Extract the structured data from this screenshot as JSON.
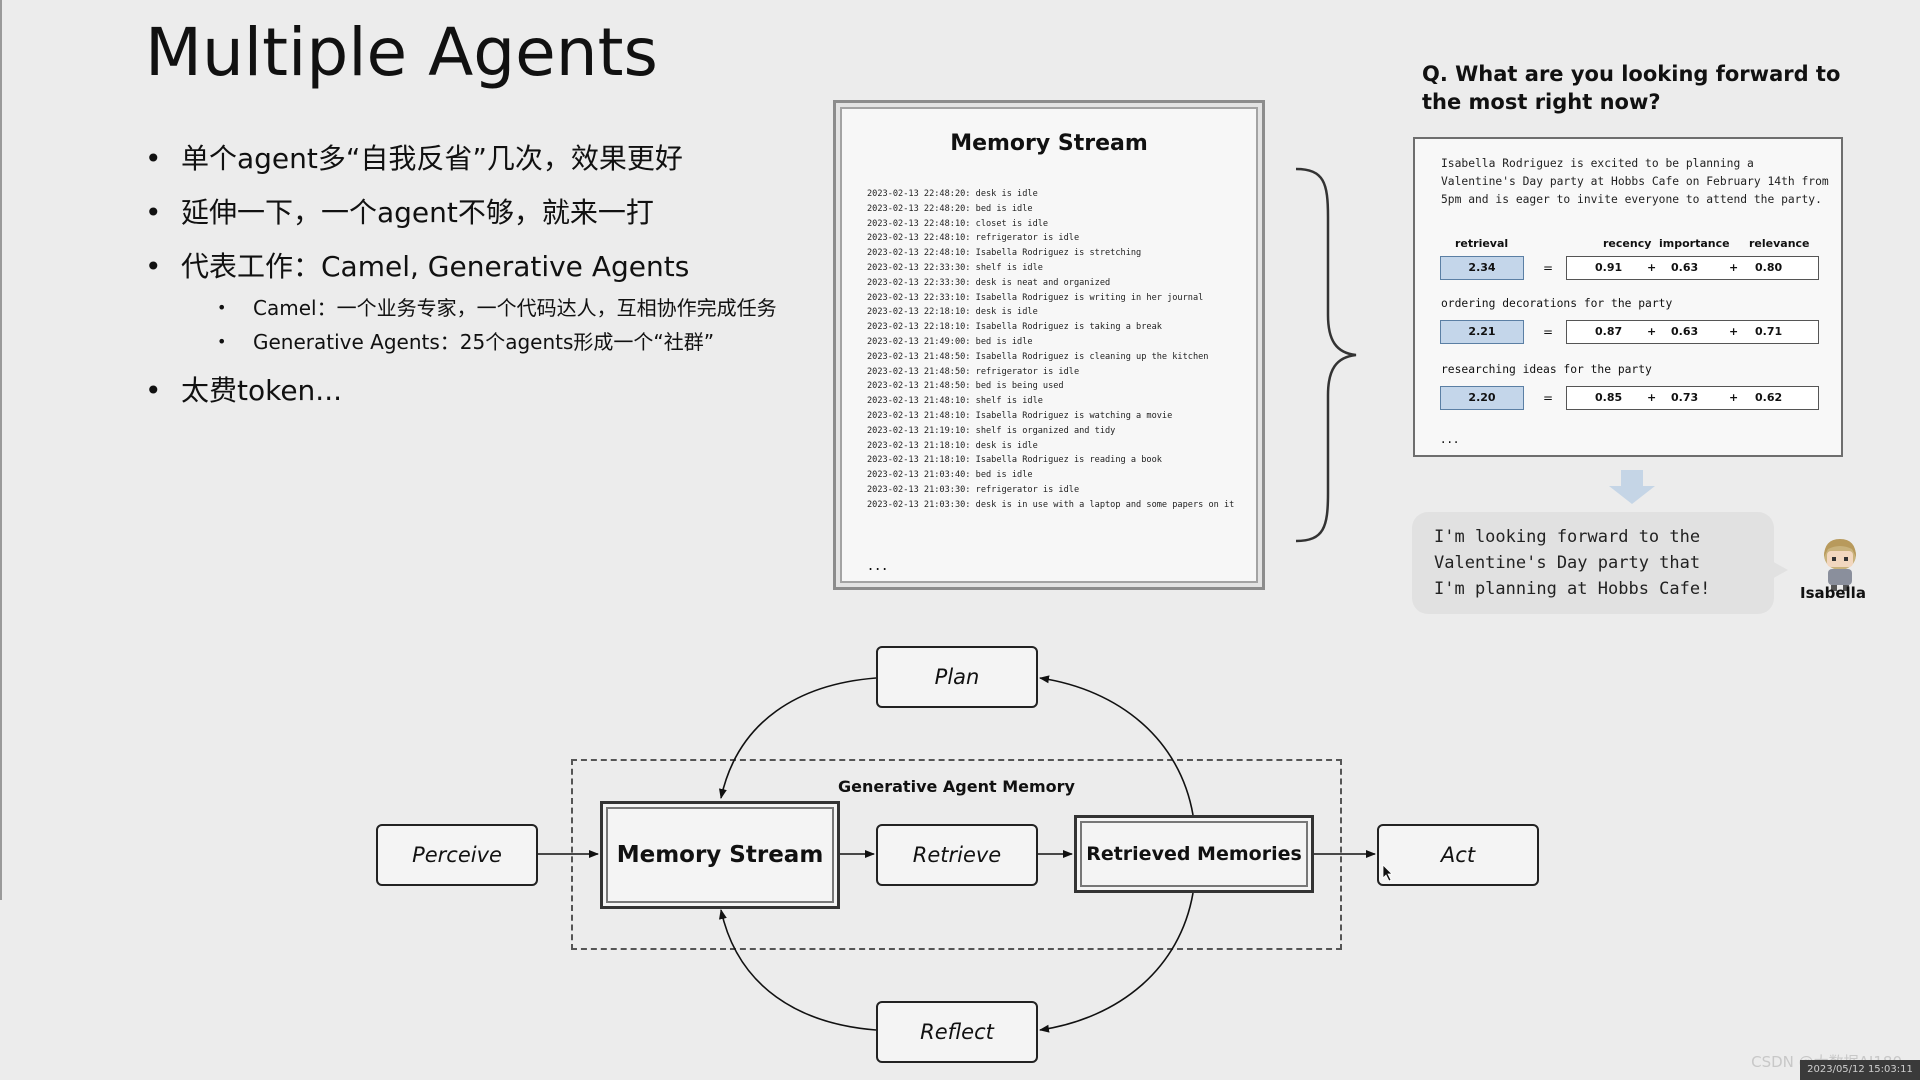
{
  "slide": {
    "title": "Multiple Agents",
    "bullets": {
      "b1": "单个agent多“自我反省”几次，效果更好",
      "b2": "延伸一下，一个agent不够，就来一打",
      "b3": "代表工作：Camel, Generative Agents",
      "b3_sub1": "Camel：一个业务专家，一个代码达人，互相协作完成任务",
      "b3_sub2": "Generative Agents：25个agents形成一个“社群”",
      "b4": "太费token..."
    }
  },
  "memory_stream": {
    "title": "Memory Stream",
    "entries": [
      "2023-02-13 22:48:20: desk is idle",
      "2023-02-13 22:48:20: bed is idle",
      "2023-02-13 22:48:10: closet is idle",
      "2023-02-13 22:48:10: refrigerator is idle",
      "2023-02-13 22:48:10: Isabella Rodriguez is stretching",
      "2023-02-13 22:33:30: shelf is idle",
      "2023-02-13 22:33:30: desk is neat and organized",
      "2023-02-13 22:33:10: Isabella Rodriguez is writing in her journal",
      "2023-02-13 22:18:10: desk is idle",
      "2023-02-13 22:18:10: Isabella Rodriguez is taking a break",
      "2023-02-13 21:49:00: bed is idle",
      "2023-02-13 21:48:50: Isabella Rodriguez is cleaning up the kitchen",
      "2023-02-13 21:48:50: refrigerator is idle",
      "2023-02-13 21:48:50: bed is being used",
      "2023-02-13 21:48:10: shelf is idle",
      "2023-02-13 21:48:10: Isabella Rodriguez is watching a movie",
      "2023-02-13 21:19:10: shelf is organized and tidy",
      "2023-02-13 21:18:10: desk is idle",
      "2023-02-13 21:18:10: Isabella Rodriguez is reading a book",
      "2023-02-13 21:03:40: bed is idle",
      "2023-02-13 21:03:30: refrigerator is idle",
      "2023-02-13 21:03:30: desk is in use with a laptop and some papers on it"
    ],
    "more": "..."
  },
  "query": {
    "question": "Q. What are you looking forward to the most right now?",
    "description": "Isabella Rodriguez is excited to be planning a Valentine's Day party at Hobbs Cafe on February 14th from 5pm and is eager to invite everyone to attend the party.",
    "headers": {
      "retrieval": "retrieval",
      "recency": "recency",
      "importance": "importance",
      "relevance": "relevance"
    },
    "eq": "=",
    "op": "+",
    "rows": [
      {
        "label": "",
        "retrieval": "2.34",
        "recency": "0.91",
        "importance": "0.63",
        "relevance": "0.80"
      },
      {
        "label": "ordering decorations for the party",
        "retrieval": "2.21",
        "recency": "0.87",
        "importance": "0.63",
        "relevance": "0.71"
      },
      {
        "label": "researching ideas for the party",
        "retrieval": "2.20",
        "recency": "0.85",
        "importance": "0.73",
        "relevance": "0.62"
      }
    ],
    "more": "...",
    "response_lines": [
      "I'm looking forward to the",
      "Valentine's Day party that",
      "I'm planning at Hobbs Cafe!"
    ],
    "speaker": "Isabella"
  },
  "architecture": {
    "plan": "Plan",
    "perceive": "Perceive",
    "memory_stream": "Memory Stream",
    "retrieve": "Retrieve",
    "retrieved_memories": "Retrieved Memories",
    "act": "Act",
    "reflect": "Reflect",
    "memory_label": "Generative Agent Memory"
  },
  "watermark": "CSDN @大数据AI180",
  "timestamp": "2023/05/12 15:03:11",
  "colors": {
    "retrieval_fill": "#c4d6ea",
    "arrow_fill": "#c5d5e6"
  }
}
